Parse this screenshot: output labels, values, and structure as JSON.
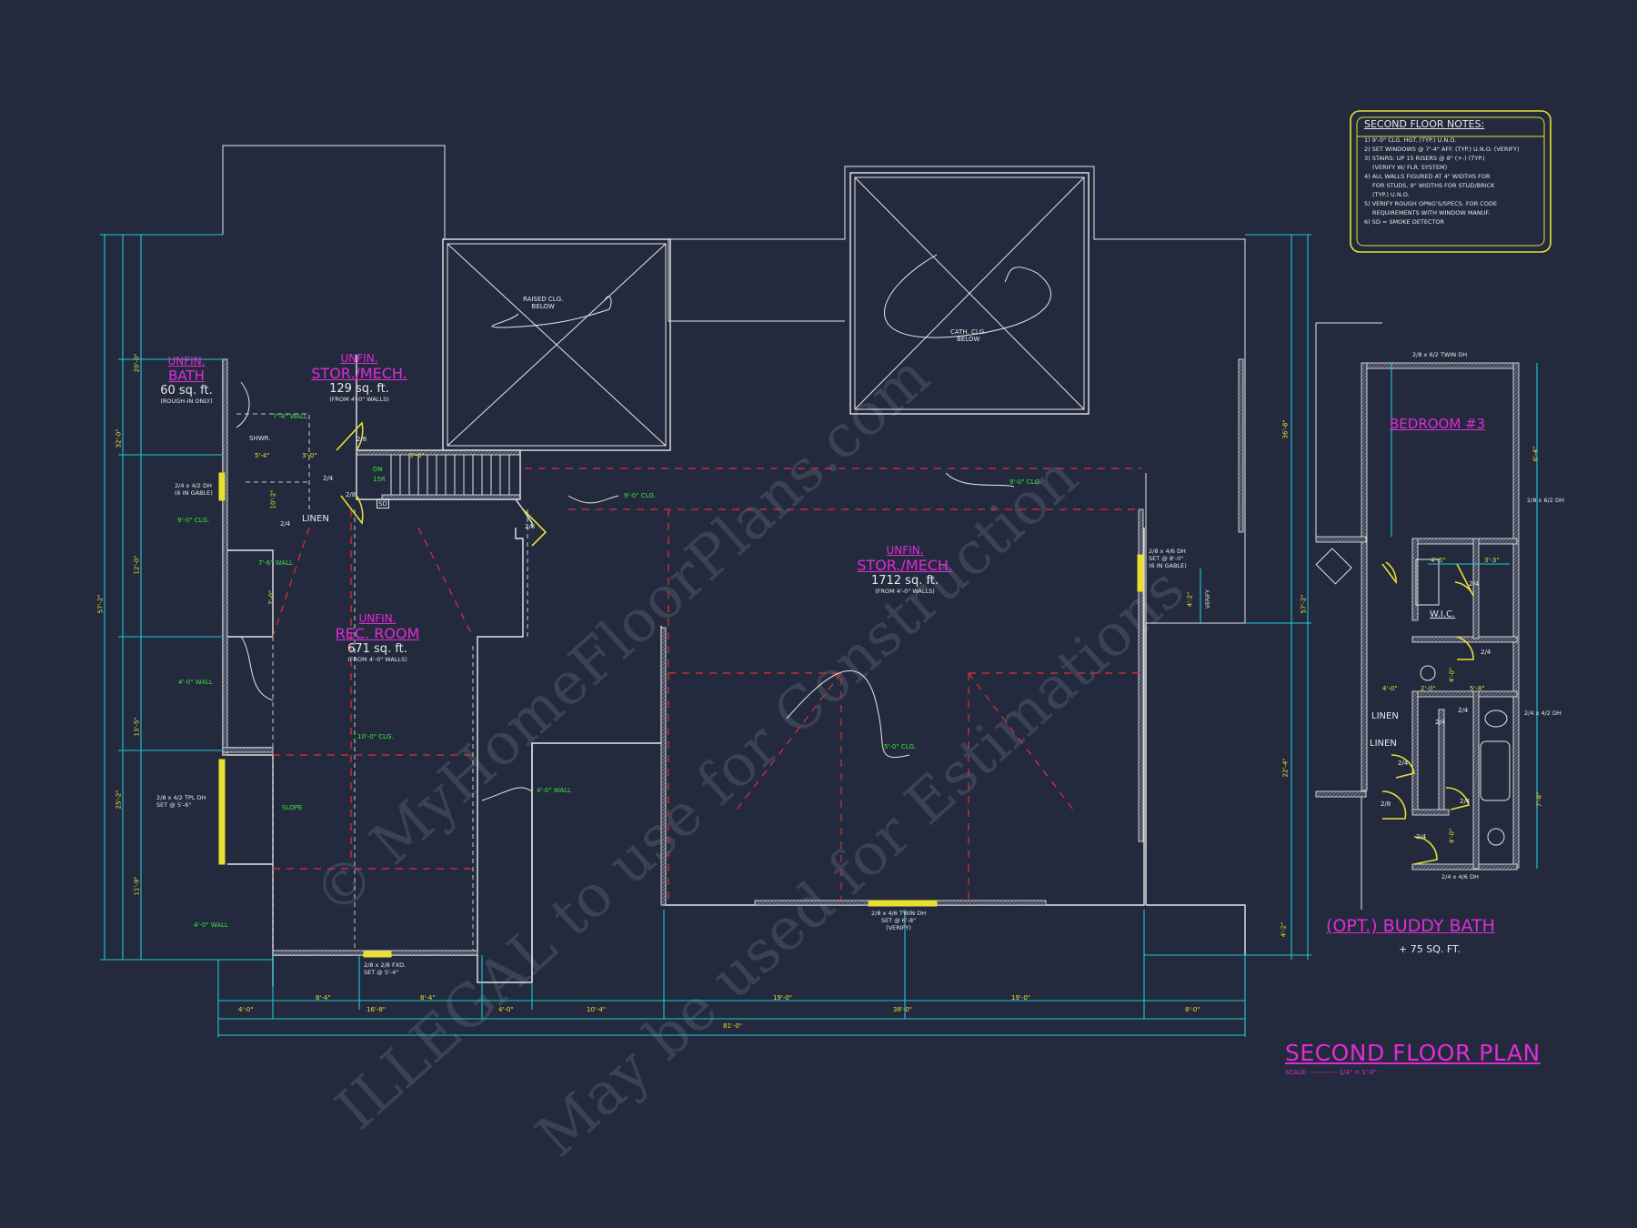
{
  "colors": {
    "background": "#232a3d",
    "walls": "#e6e6e6",
    "dimensions": "#1ec8d8",
    "room_labels": "#e22bd6",
    "ceiling_notes": "#39e63b",
    "windows": "#e8e030",
    "ridge_lines": "#e0303a"
  },
  "watermark": {
    "line1": "© MyHomeFloorPlans.com",
    "line2": "ILLEGAL to use for Construction",
    "line3": "May be used for Estimations"
  },
  "notes": {
    "title": "SECOND FLOOR NOTES:",
    "items": [
      "1) 9'-0\" CLG. HGT. (TYP.) U.N.O.",
      "2) SET WINDOWS @ 7'-4\" AFF. (TYP.) U.N.O. (VERIFY)",
      "3) STAIRS: UP 15 RISERS @ 8\" (+-) (TYP.)",
      "(VERIFY W/ FLR. SYSTEM)",
      "4) ALL WALLS FIGURED AT 4\" WIDTHS FOR",
      "FOR STUDS, 9\" WIDTHS FOR STUD/BRICK",
      "(TYP.) U.N.O.",
      "5) VERIFY ROUGH OPNG'S/SPECS. FOR CODE",
      "REQUIREMENTS WITH WINDOW MANUF.",
      "6) SD = SMOKE DETECTOR"
    ]
  },
  "rooms": {
    "bath": {
      "line1": "UNFIN.",
      "line2": "BATH",
      "area": "60 sq. ft.",
      "note": "(ROUGH-IN ONLY)"
    },
    "stor_small": {
      "line1": "UNFIN.",
      "line2": "STOR./MECH.",
      "area": "129 sq. ft.",
      "note": "(FROM 4'-0\" WALLS)"
    },
    "rec": {
      "line1": "UNFIN.",
      "line2": "REC. ROOM",
      "area": "671 sq. ft.",
      "note": "(FROM 4'-0\" WALLS)"
    },
    "stor_large": {
      "line1": "UNFIN.",
      "line2": "STOR./MECH.",
      "area": "1712 sq. ft.",
      "note": "(FROM 4'-0\" WALLS)"
    },
    "bedroom": {
      "label": "BEDROOM #3"
    },
    "buddy_bath": {
      "label": "(OPT.) BUDDY BATH",
      "area": "+ 75 SQ. FT."
    }
  },
  "ceiling_notes": {
    "raised": [
      "RAISED CLG.",
      "BELOW"
    ],
    "cath": [
      "CATH. CLG.",
      "BELOW"
    ],
    "notes": [
      "9'-0\" CLG.",
      "9'-0\" CLG.",
      "9'-0\" CLG.",
      "10'-0\" CLG.",
      "5'-0\" CLG.",
      "7'-4\" WALL",
      "7'-6\" WALL",
      "4'-0\" WALL",
      "4'-0\" WALL",
      "4'-0\" WALL"
    ],
    "slope": "SLOPE"
  },
  "fixtures": {
    "linen": "LINEN",
    "linen2": "LINEN",
    "linen3": "LINEN",
    "shwr": "SHWR.",
    "dn": "DN",
    "sr": "15R",
    "sd": "SD",
    "wic": "W.I.C."
  },
  "door_labels": [
    "2/8",
    "2/4",
    "2/8",
    "2/8",
    "2/4",
    "2/4",
    "2/4",
    "2/4",
    "2/4",
    "2/4",
    "2/4",
    "2/8",
    "2/4"
  ],
  "window_labels": {
    "w1": [
      "2/4 x 4/2 DH",
      "(6 IN GABLE)"
    ],
    "w2": [
      "2/8 x 4/2 TPL DH",
      "SET @ 5'-6\""
    ],
    "w3": [
      "2/8 x 4/6 TWIN DH",
      "SET @ 6'-8\"",
      "(VERIFY)"
    ],
    "w4": [
      "2/8 x 4/6 DH",
      "SET @ 8'-0\"",
      "(6 IN GABLE)"
    ],
    "w5": [
      "2/8 x 2/8 FXD.",
      "SET @ 5'-4\""
    ],
    "w6": "2/8 x 6/2 TWIN DH",
    "w7": "2/8 x 6/2 DH",
    "w8": "2/4 x 4/2 DH",
    "w9": "2/4 x 4/6 DH",
    "verify": "VERIFY"
  },
  "dimensions": {
    "bottom1": [
      "4'-0\"",
      "8'-4\"",
      "8'-4\"",
      "4'-0\"",
      "10'-4\"",
      "19'-0\"",
      "19'-0\"",
      "8'-0\""
    ],
    "bottom2": [
      "16'-8\"",
      "38'-0\""
    ],
    "overall": "81'-0\"",
    "left": [
      "20'-0\"",
      "32'-0\"",
      "12'-0\"",
      "13'-5\"",
      "25'-2\"",
      "11'-9\"",
      "57'-2\""
    ],
    "right": [
      "36'-8\"",
      "57'-2\"",
      "4'-2\"",
      "22'-4\"",
      "4'-2\""
    ],
    "inner": [
      "5'-4\"",
      "3'-0\"",
      "5'-6\"",
      "10'-2\"",
      "7'-0\"",
      "4'-5\"",
      "3'-3\"",
      "4'-0\"",
      "5'-8\"",
      "2'-0\"",
      "7'-8\"",
      "4'-0\"",
      "4'-0\"",
      "6'-4\""
    ]
  },
  "title": {
    "main": "SECOND FLOOR PLAN",
    "scale": "SCALE: ------------ 1/4\" = 1'-0\""
  }
}
